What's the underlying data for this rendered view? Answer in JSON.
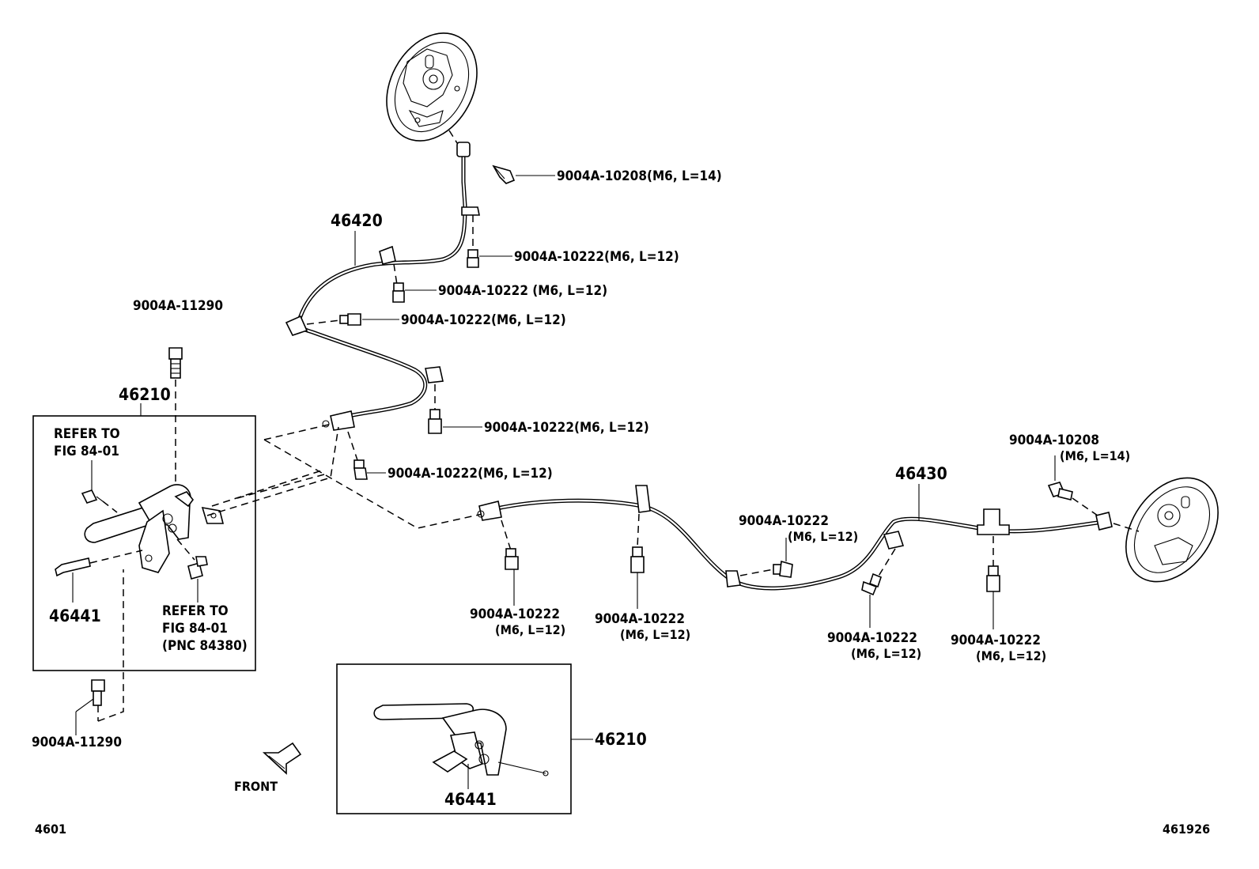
{
  "diagram": {
    "labels": {
      "cable_rh": "46420",
      "cable_lh": "46430",
      "lever_main": "46210",
      "lever_inset": "46210",
      "pin_main": "46441",
      "pin_inset": "46441",
      "bolt_top_left": "9004A-11290",
      "bolt_bottom_left": "9004A-11290",
      "bolt_plate_upper": "9004A-10208(M6, L=14)",
      "bolt_upper_a": "9004A-10222(M6, L=12)",
      "bolt_upper_b": "9004A-10222 (M6, L=12)",
      "bolt_upper_c": "9004A-10222(M6, L=12)",
      "bolt_upper_d": "9004A-10222(M6, L=12)",
      "bolt_upper_e": "9004A-10222(M6, L=12)",
      "bolt_lower_1_pn": "9004A-10222",
      "bolt_lower_1_spec": "(M6, L=12)",
      "bolt_lower_2_pn": "9004A-10222",
      "bolt_lower_2_spec": "(M6, L=12)",
      "bolt_lower_3_pn": "9004A-10222",
      "bolt_lower_3_spec": "(M6, L=12)",
      "bolt_lower_4_pn": "9004A-10222",
      "bolt_lower_4_spec": "(M6, L=12)",
      "bolt_lower_5_pn": "9004A-10222",
      "bolt_lower_5_spec": "(M6, L=12)",
      "bolt_plate_lower_pn": "9004A-10208",
      "bolt_plate_lower_spec": "(M6, L=14)",
      "refer_1_line1": "REFER TO",
      "refer_1_line2": "FIG 84-01",
      "refer_2_line1": "REFER TO",
      "refer_2_line2": "FIG 84-01",
      "refer_2_line3": "(PNC 84380)",
      "front": "FRONT",
      "page_code_left": "4601",
      "page_code_right": "461926"
    }
  }
}
